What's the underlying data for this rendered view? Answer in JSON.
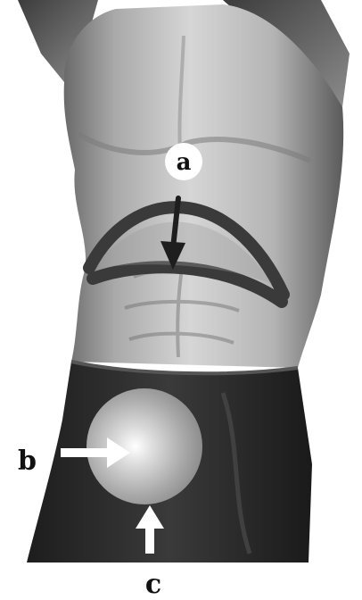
{
  "labels": {
    "a": "a",
    "b": "b",
    "c": "c"
  },
  "colors": {
    "background": "#ffffff",
    "skin_light": "#d9d9d9",
    "skin_mid": "#a8a8a8",
    "skin_dark": "#5e5e5e",
    "pants": "#2a2a2a",
    "diaphragm_band": "#3a3a3a",
    "sphere_highlight": "#ffffff",
    "sphere_edge": "#8a8a8a",
    "arrow_dark": "#1e1e1e",
    "arrow_white": "#ffffff"
  }
}
